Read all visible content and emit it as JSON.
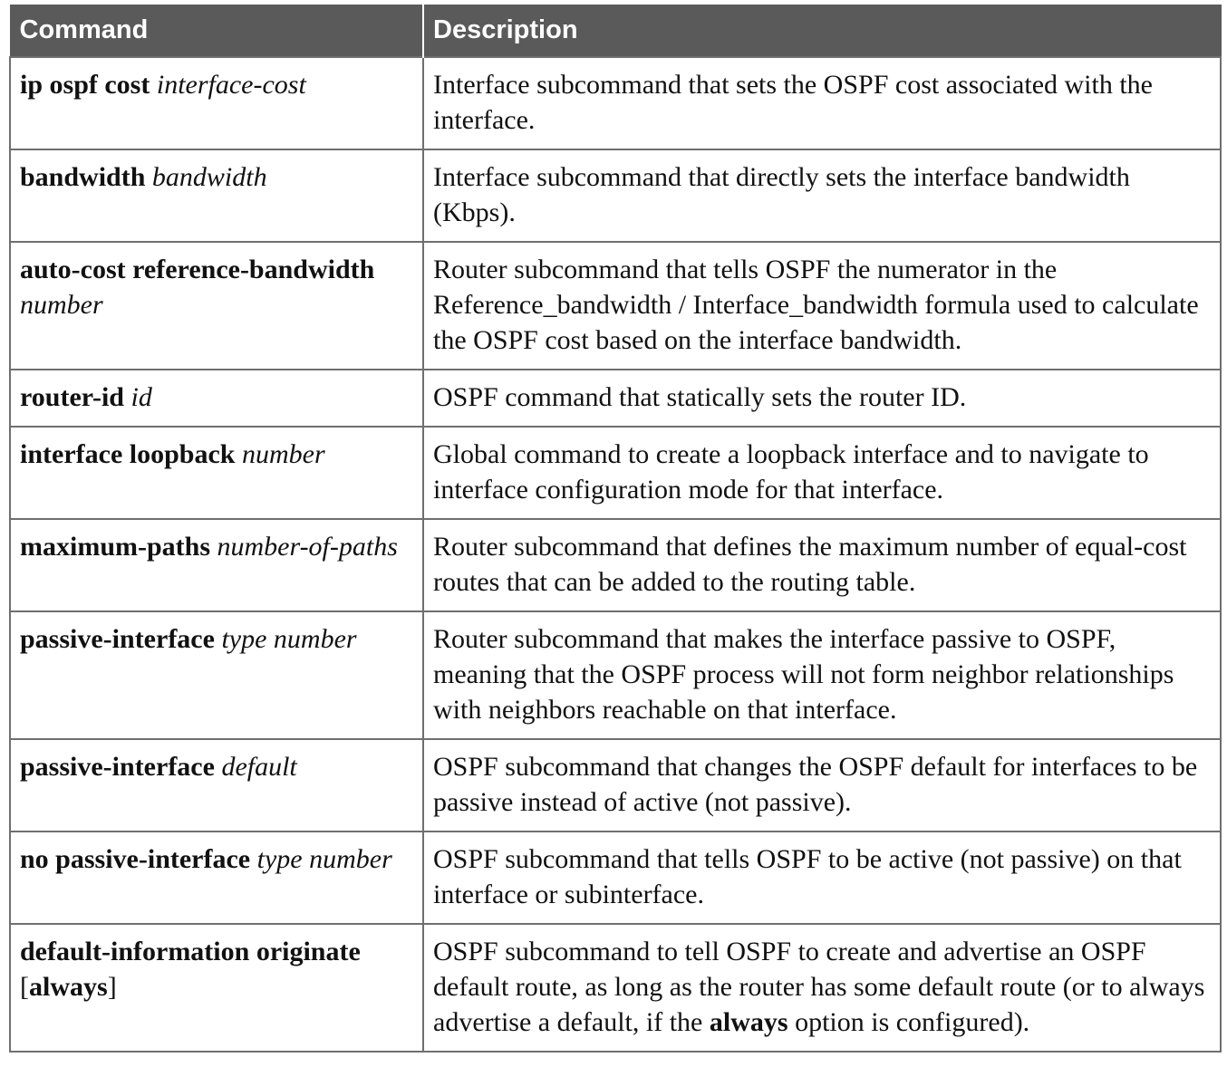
{
  "headers": {
    "command": "Command",
    "description": "Description"
  },
  "rows": [
    {
      "cmd_bold": "ip ospf cost",
      "cmd_italic": "interface-cost",
      "cmd_bold_b": "",
      "cmd_italic_b": "",
      "desc": "Interface subcommand that sets the OSPF cost associated with the interface.",
      "desc_bold": "",
      "desc_tail": ""
    },
    {
      "cmd_bold": "bandwidth",
      "cmd_italic": "bandwidth",
      "cmd_bold_b": "",
      "cmd_italic_b": "",
      "desc": "Interface subcommand that directly sets the interface bandwidth (Kbps).",
      "desc_bold": "",
      "desc_tail": ""
    },
    {
      "cmd_bold": "auto-cost reference-bandwidth",
      "cmd_italic": "number",
      "cmd_bold_b": "",
      "cmd_italic_b": "",
      "desc": "Router subcommand that tells OSPF the numerator in the Reference_bandwidth / Interface_bandwidth formula used to calculate the OSPF cost based on the interface bandwidth.",
      "desc_bold": "",
      "desc_tail": ""
    },
    {
      "cmd_bold": "router-id",
      "cmd_italic": "id",
      "cmd_bold_b": "",
      "cmd_italic_b": "",
      "desc": "OSPF command that statically sets the router ID.",
      "desc_bold": "",
      "desc_tail": ""
    },
    {
      "cmd_bold": "interface loopback",
      "cmd_italic": "number",
      "cmd_bold_b": "",
      "cmd_italic_b": "",
      "desc": "Global command to create a loopback interface and to navigate to interface configuration mode for that interface.",
      "desc_bold": "",
      "desc_tail": ""
    },
    {
      "cmd_bold": "maximum-paths",
      "cmd_italic": "number-of-paths",
      "cmd_bold_b": "",
      "cmd_italic_b": "",
      "desc": "Router subcommand that defines the maximum number of equal-cost routes that can be added to the routing table.",
      "desc_bold": "",
      "desc_tail": ""
    },
    {
      "cmd_bold": "passive-interface",
      "cmd_italic": "type number",
      "cmd_bold_b": "",
      "cmd_italic_b": "",
      "desc": "Router subcommand that makes the interface passive to OSPF, meaning that the OSPF process will not form neighbor relationships with neighbors reachable on that interface.",
      "desc_bold": "",
      "desc_tail": ""
    },
    {
      "cmd_bold": "passive-interface",
      "cmd_italic": "default",
      "cmd_bold_b": "",
      "cmd_italic_b": "",
      "desc": "OSPF subcommand that changes the OSPF default for interfaces to be passive instead of active (not passive).",
      "desc_bold": "",
      "desc_tail": ""
    },
    {
      "cmd_bold": "no passive-interface",
      "cmd_italic": "type number",
      "cmd_bold_b": "",
      "cmd_italic_b": "",
      "desc": "OSPF subcommand that tells OSPF to be active (not passive) on that interface or subinterface.",
      "desc_bold": "",
      "desc_tail": ""
    },
    {
      "cmd_bold": "default-information originate",
      "cmd_italic": "",
      "cmd_bracket_open": "[",
      "cmd_bold_b": "always",
      "cmd_bracket_close": "]",
      "desc": "OSPF subcommand to tell OSPF to create and advertise an OSPF default route, as long as the router has some default route (or to always advertise a default, if the ",
      "desc_bold": "always",
      "desc_tail": " option is configured)."
    }
  ]
}
